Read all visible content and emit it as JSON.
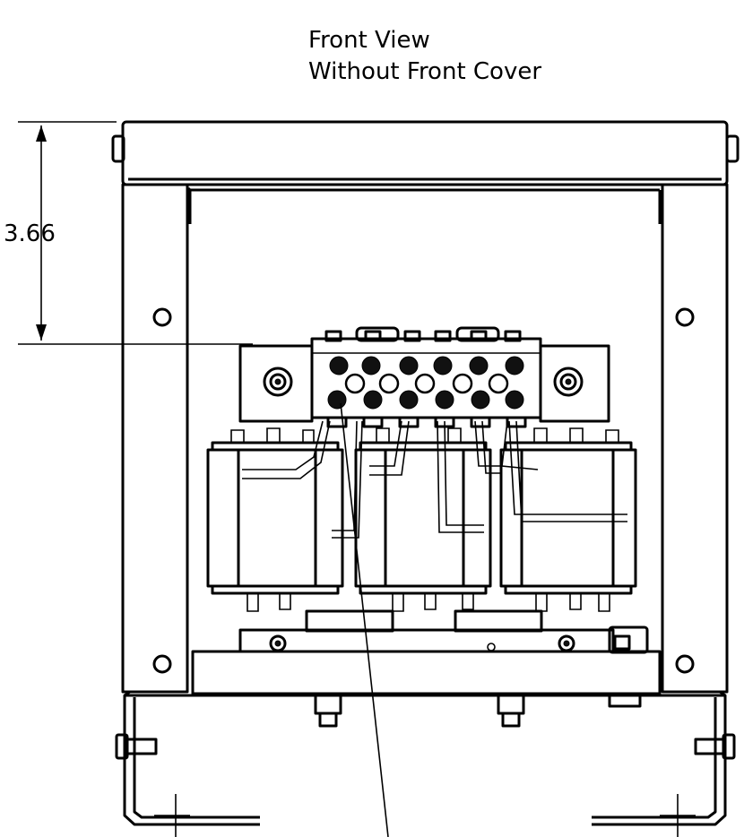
{
  "view": {
    "title_line1": "Front View",
    "title_line2": "Without Front Cover"
  },
  "dimension": {
    "value": "3.66"
  }
}
